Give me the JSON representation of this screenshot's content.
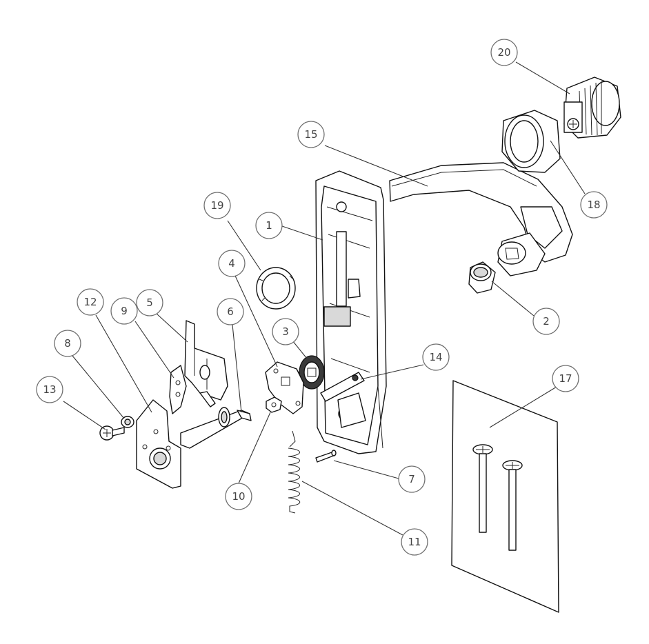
{
  "diagram": {
    "callouts": [
      {
        "id": "1",
        "label": "1"
      },
      {
        "id": "2",
        "label": "2"
      },
      {
        "id": "3",
        "label": "3"
      },
      {
        "id": "4",
        "label": "4"
      },
      {
        "id": "5",
        "label": "5"
      },
      {
        "id": "6",
        "label": "6"
      },
      {
        "id": "7",
        "label": "7"
      },
      {
        "id": "8",
        "label": "8"
      },
      {
        "id": "9",
        "label": "9"
      },
      {
        "id": "10",
        "label": "10"
      },
      {
        "id": "11",
        "label": "11"
      },
      {
        "id": "12",
        "label": "12"
      },
      {
        "id": "13",
        "label": "13"
      },
      {
        "id": "14",
        "label": "14"
      },
      {
        "id": "15",
        "label": "15"
      },
      {
        "id": "17",
        "label": "17"
      },
      {
        "id": "18",
        "label": "18"
      },
      {
        "id": "19",
        "label": "19"
      },
      {
        "id": "20",
        "label": "20"
      }
    ]
  }
}
